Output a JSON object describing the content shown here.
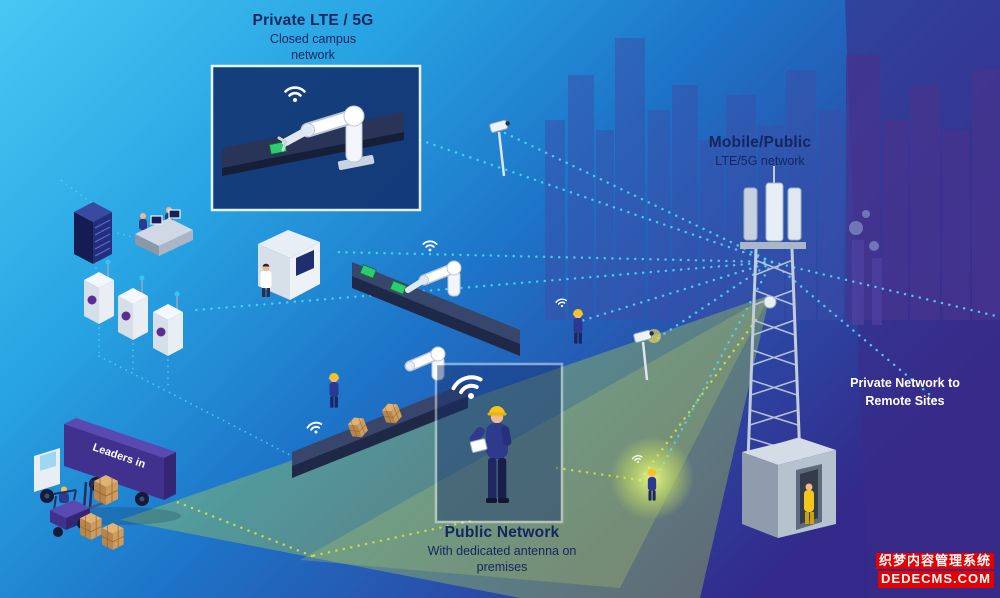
{
  "colors": {
    "accent_cyan": "#46d6f6",
    "accent_green": "#cfe13e",
    "cone_green": "#b8d944",
    "label_navy": "#13265f",
    "white": "#ffffff",
    "watermark_red": "#e60000",
    "bg_top_left": "#47c8f3",
    "bg_mid": "#1d74c8",
    "bg_right": "#33298a"
  },
  "labels": {
    "private_lte": {
      "title": "Private LTE / 5G",
      "subtitle": "Closed campus network"
    },
    "mobile_public": {
      "title": "Mobile/Public",
      "subtitle": "LTE/5G network"
    },
    "private_network": {
      "text": "Private Network to Remote Sites"
    },
    "public_network": {
      "title": "Public Network",
      "subtitle": "With dedicated antenna on premises"
    },
    "truck": {
      "text": "Leaders in"
    }
  },
  "watermark": {
    "line1": "织梦内容管理系统",
    "line2": "DEDECMS.COM"
  },
  "icons": {
    "wifi": "arc-waves",
    "cctv_camera": "box-on-pole",
    "cell_tower": "lattice-mast",
    "robot_arm": "articulated-arm",
    "worker": "hard-hat-figure"
  }
}
